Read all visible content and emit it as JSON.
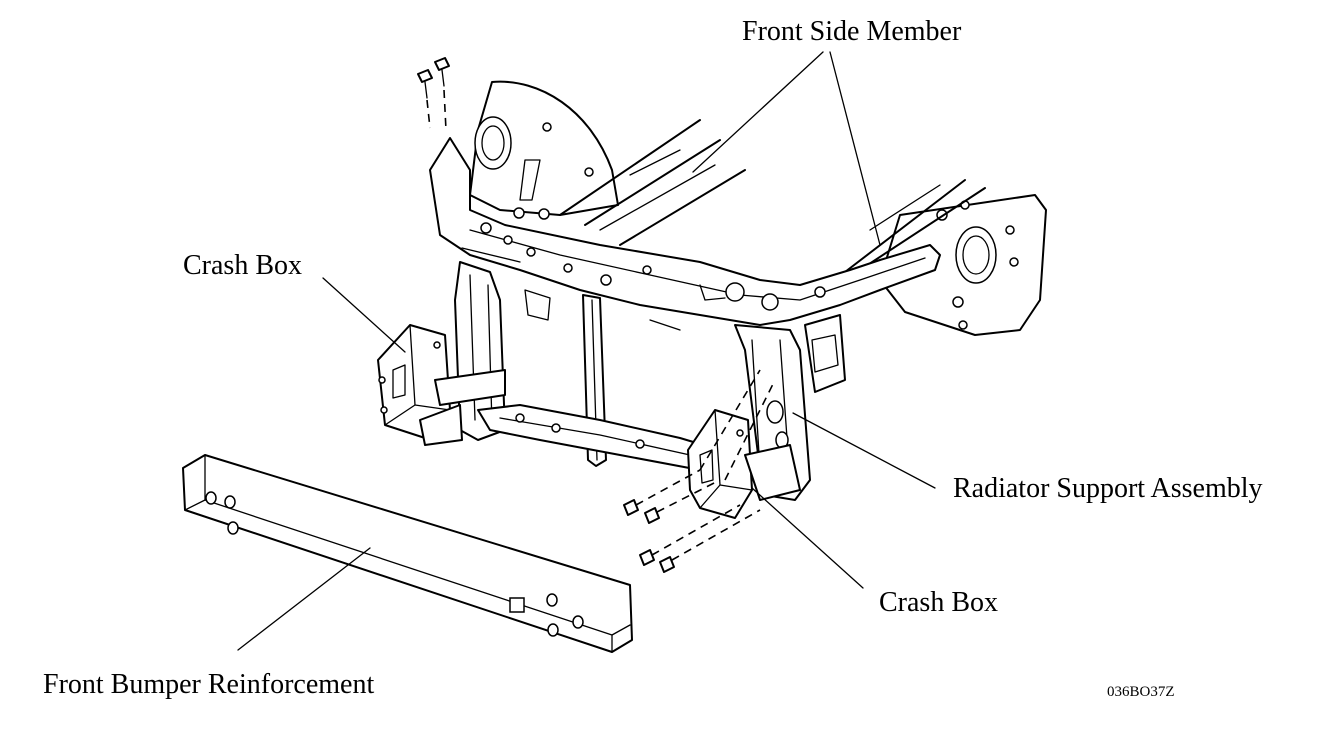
{
  "labels": {
    "front_side_member": "Front Side Member",
    "crash_box_left": "Crash Box",
    "radiator_support": "Radiator Support Assembly",
    "crash_box_right": "Crash Box",
    "bumper_reinforcement": "Front Bumper Reinforcement"
  },
  "figure_code": "036BO37Z"
}
